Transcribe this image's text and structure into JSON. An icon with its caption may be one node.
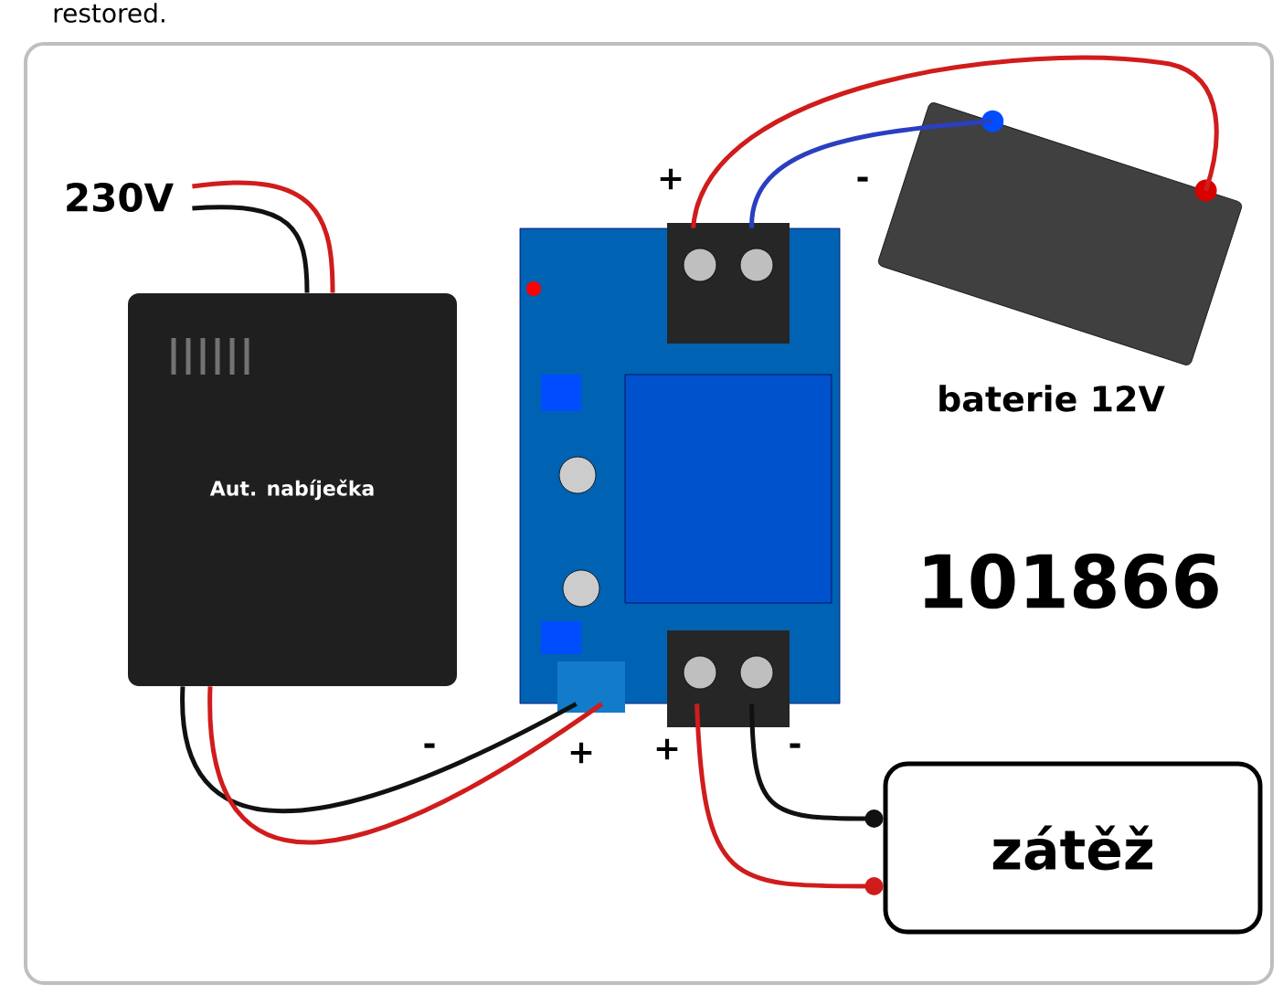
{
  "diagram": {
    "nodes": [
      {
        "text": [
          "230V"
        ]
      },
      {
        "text": [
          "Aut. nabíječka"
        ]
      },
      {
        "text": [],
        "shape": "picture"
      },
      {
        "text": [],
        "shape": "picture",
        "beside": [
          "baterie 12V"
        ]
      },
      {
        "text": [
          "zátěž"
        ]
      }
    ],
    "edges": [
      {
        "from": 0,
        "to": 1,
        "arrow": "none",
        "color": "#d01c1c"
      },
      {
        "from": 0,
        "to": 1,
        "arrow": "none",
        "color": "#111111"
      },
      {
        "from": 1,
        "to": 2,
        "arrow": "none",
        "label": "-",
        "color": "#111111"
      },
      {
        "from": 1,
        "to": 2,
        "arrow": "none",
        "label": "+",
        "color": "#d01c1c"
      },
      {
        "from": 2,
        "to": 3,
        "arrow": "none",
        "label": "+",
        "color": "#d01c1c"
      },
      {
        "from": 2,
        "to": 3,
        "arrow": "none",
        "label": "-",
        "color": "#2a3fc0"
      },
      {
        "from": 2,
        "to": 4,
        "arrow": "other",
        "label": "+",
        "color": "#d01c1c"
      },
      {
        "from": 2,
        "to": 4,
        "arrow": "other",
        "label": "-",
        "color": "#111111"
      }
    ],
    "labels": [
      "restored.",
      "101866"
    ]
  }
}
